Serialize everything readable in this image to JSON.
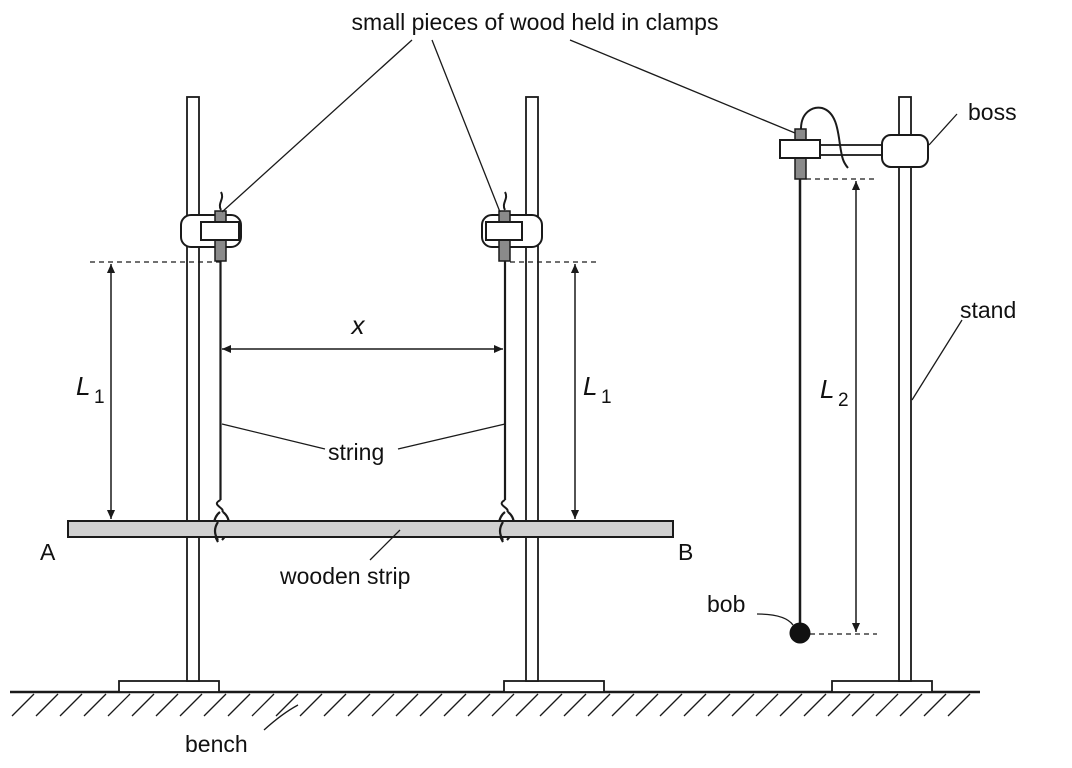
{
  "labels": {
    "clamps_caption": "small pieces of wood held in clamps",
    "boss": "boss",
    "stand": "stand",
    "string": "string",
    "wooden_strip": "wooden strip",
    "bob": "bob",
    "bench": "bench",
    "end_a": "A",
    "end_b": "B"
  },
  "dimensions": {
    "separation": "x",
    "bifilar_length": {
      "symbol": "L",
      "subscript": "1"
    },
    "pendulum_length": {
      "symbol": "L",
      "subscript": "2"
    }
  },
  "colors": {
    "ink": "#1a1a1a",
    "wood_piece": "#8a8a8a",
    "strip_fill": "#d0d0d0",
    "bob_fill": "#111111"
  }
}
